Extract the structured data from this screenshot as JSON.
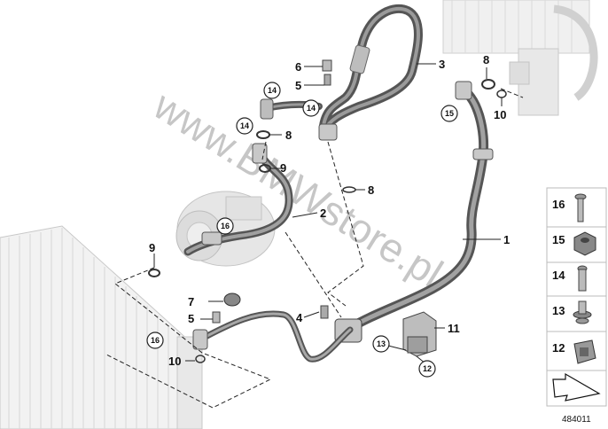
{
  "callouts": {
    "c1": "1",
    "c2": "2",
    "c3": "3",
    "c4": "4",
    "c5a": "5",
    "c5b": "5",
    "c6": "6",
    "c7": "7",
    "c8a": "8",
    "c8b": "8",
    "c8c": "8",
    "c9a": "9",
    "c9b": "9",
    "c10a": "10",
    "c10b": "10",
    "c11": "11"
  },
  "circled": {
    "r14a": "14",
    "r14b": "14",
    "r14c": "14",
    "r15": "15",
    "r16a": "16",
    "r16b": "16",
    "r13": "13",
    "r12": "12"
  },
  "legend": [
    "16",
    "15",
    "14",
    "13",
    "12"
  ],
  "doc_id": "484011",
  "watermark": "www.BMWstore.pl"
}
